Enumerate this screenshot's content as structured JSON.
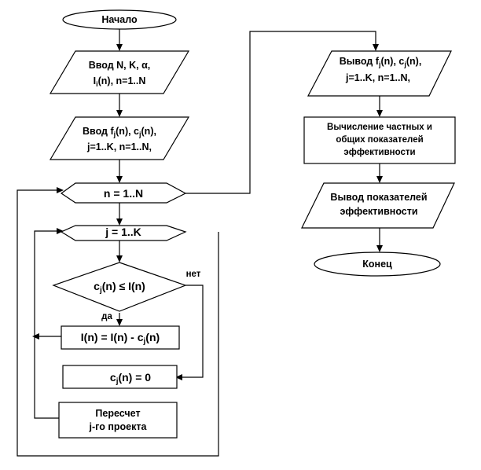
{
  "flowchart": {
    "start": "Начало",
    "input1": {
      "line1": "Ввод N, K, α,",
      "line2_main": "I",
      "line2_sub": "i",
      "line2_rest": "(n), n=1..N"
    },
    "input2": {
      "line1_pre": "Ввод f",
      "line1_sub1": "j",
      "line1_mid": "(n), c",
      "line1_sub2": "j",
      "line1_post": "(n),",
      "line2": "j=1..K, n=1..N,"
    },
    "loop_n": "n = 1..N",
    "loop_j": "j = 1..K",
    "decision": {
      "pre": "c",
      "sub": "j",
      "post": "(n) ≤ I(n)"
    },
    "label_yes": "да",
    "label_no": "нет",
    "process_subtract": {
      "pre": "I(n) = I(n) - c",
      "sub": "j",
      "post": "(n)"
    },
    "process_zero": {
      "pre": "c",
      "sub": "j",
      "post": "(n) = 0"
    },
    "process_recalc": {
      "line1": "Пересчет",
      "line2": "j-го проекта"
    },
    "output1": {
      "line1_pre": "Вывод f",
      "line1_sub1": "j",
      "line1_mid": "(n), c",
      "line1_sub2": "j",
      "line1_post": "(n),",
      "line2": "j=1..K, n=1..N,"
    },
    "compute": {
      "line1": "Вычисление  частных и",
      "line2": "общих показателей",
      "line3": "эффективности"
    },
    "output2": {
      "line1": "Вывод показателей",
      "line2": "эффективности"
    },
    "end": "Конец"
  }
}
